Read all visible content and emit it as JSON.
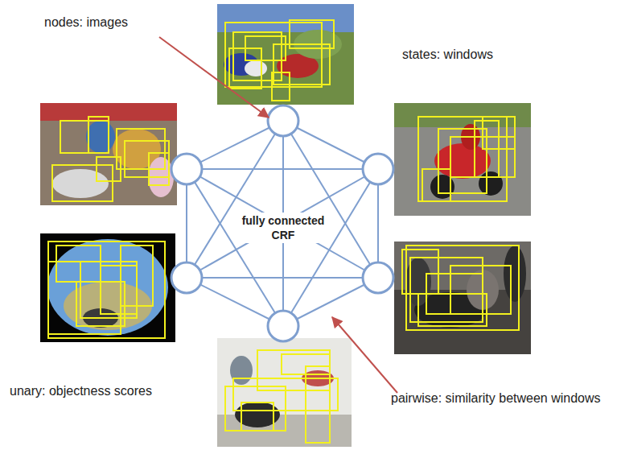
{
  "diagram": {
    "labels": [
      "nodes: images",
      "states: windows",
      "fully connected CRF",
      "unary: objectness scores",
      "pairwise: similarity between windows"
    ]
  }
}
